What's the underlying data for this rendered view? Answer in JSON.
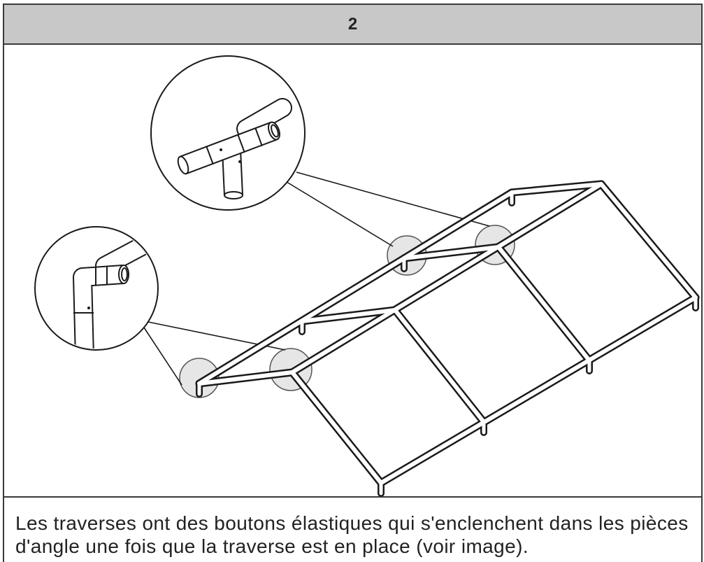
{
  "step": {
    "number": "2"
  },
  "caption": {
    "lines": [
      "Les traverses ont des boutons élastiques qui s'enclenchent dans les pièces",
      "d'angle une fois que la traverse est en place (voir image)."
    ]
  },
  "colors": {
    "border": "#3a3a3a",
    "header_bg": "#c8c8c8",
    "text": "#222222",
    "highlight_fill": "#e6e6e6",
    "line": "#1a1a1a"
  }
}
